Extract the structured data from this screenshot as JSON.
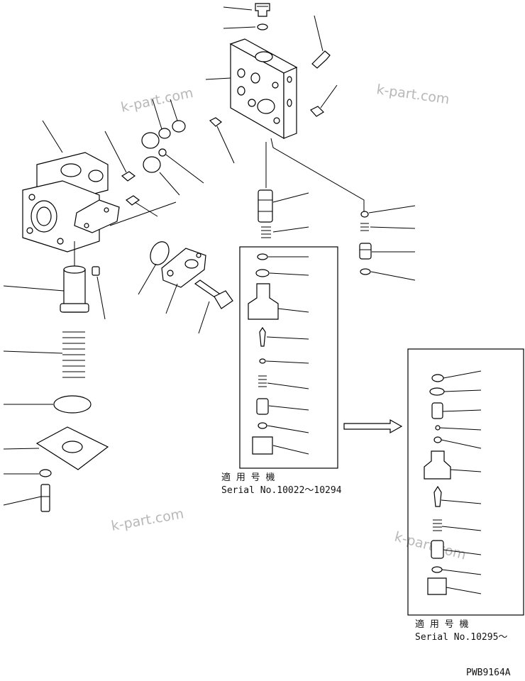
{
  "serial_box_1": {
    "applicable_label": "適 用 号 機",
    "serial_text": "Serial No.10022～10294"
  },
  "serial_box_2": {
    "applicable_label": "適 用 号 機",
    "serial_text": "Serial No.10295～"
  },
  "figure_code": "PWB9164A",
  "watermark_text": "k-part.com",
  "colors": {
    "line": "#000000",
    "watermark": "#b8b8b8",
    "background": "#ffffff"
  }
}
